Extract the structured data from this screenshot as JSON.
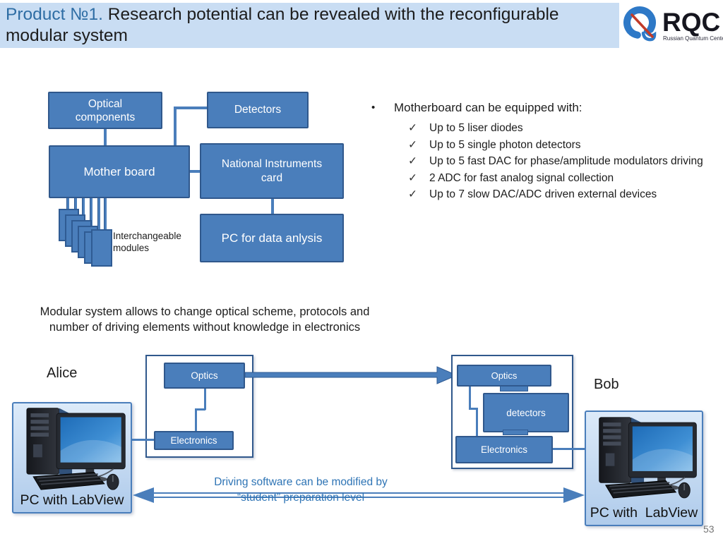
{
  "title": {
    "prefix": "Product №1.",
    "rest": "Research potential can be revealed with the reconfigurable modular system"
  },
  "logo": {
    "abbr": "RQC",
    "subtitle": "Russian Quantum Center"
  },
  "diagram_top": {
    "optical_components": "Optical components",
    "detectors": "Detectors",
    "mother_board": "Mother board",
    "ni_card": "National Instruments card",
    "pc_analysis": "PC for data anlysis",
    "modules_label": "Interchangeable modules"
  },
  "features": {
    "bullet_glyph": "•",
    "check_glyph": "✓",
    "heading": "Motherboard can be equipped with:",
    "items": [
      "Up to 5 liser diodes",
      "Up to 5 single photon detectors",
      "Up to 5 fast DAC for phase/amplitude modulators driving",
      "2 ADC for fast analog signal collection",
      "Up to 7 slow DAC/ADC driven external devices"
    ]
  },
  "note": {
    "line1": "Modular system allows to change optical scheme, protocols and",
    "line2": "number of driving elements without knowledge in electronics"
  },
  "diagram_bottom": {
    "alice_label": "Alice",
    "bob_label": "Bob",
    "alice_pc_label": "PC with LabView",
    "bob_pc_label": "PC with  LabView",
    "alice_optics": "Optics",
    "alice_electronics": "Electronics",
    "bob_optics": "Optics",
    "bob_detectors": "detectors",
    "bob_electronics": "Electronics",
    "arrow_line1": "Driving software can be modified by",
    "arrow_line2": "“student” preparation level"
  },
  "page_number": "53",
  "colors": {
    "title_bg": "#C9DDF3",
    "title_accent": "#2E6DA4",
    "box_fill": "#4A7EBB",
    "box_border": "#30588C",
    "blue_text": "#2E74B5",
    "page_gray": "#757575"
  }
}
